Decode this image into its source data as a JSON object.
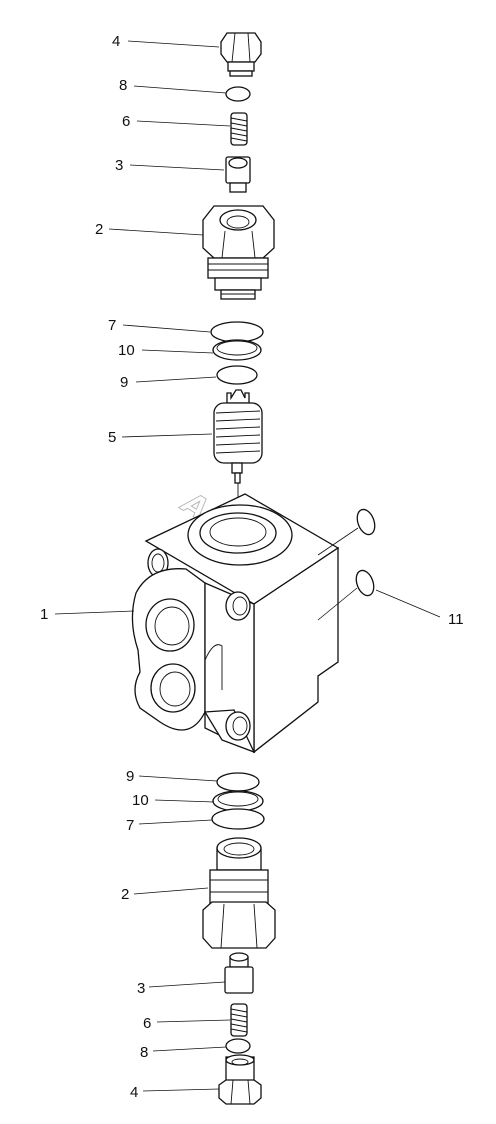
{
  "watermark": "AutoSoft",
  "callouts": [
    {
      "id": "c4-top",
      "label": "4"
    },
    {
      "id": "c8-top",
      "label": "8"
    },
    {
      "id": "c6-top",
      "label": "6"
    },
    {
      "id": "c3-top",
      "label": "3"
    },
    {
      "id": "c2-top",
      "label": "2"
    },
    {
      "id": "c7-top",
      "label": "7"
    },
    {
      "id": "c10-top",
      "label": "10"
    },
    {
      "id": "c9-top",
      "label": "9"
    },
    {
      "id": "c5",
      "label": "5"
    },
    {
      "id": "c1",
      "label": "1"
    },
    {
      "id": "c11",
      "label": "11"
    },
    {
      "id": "c9-bot",
      "label": "9"
    },
    {
      "id": "c10-bot",
      "label": "10"
    },
    {
      "id": "c7-bot",
      "label": "7"
    },
    {
      "id": "c2-bot",
      "label": "2"
    },
    {
      "id": "c3-bot",
      "label": "3"
    },
    {
      "id": "c6-bot",
      "label": "6"
    },
    {
      "id": "c8-bot",
      "label": "8"
    },
    {
      "id": "c4-bot",
      "label": "4"
    }
  ]
}
